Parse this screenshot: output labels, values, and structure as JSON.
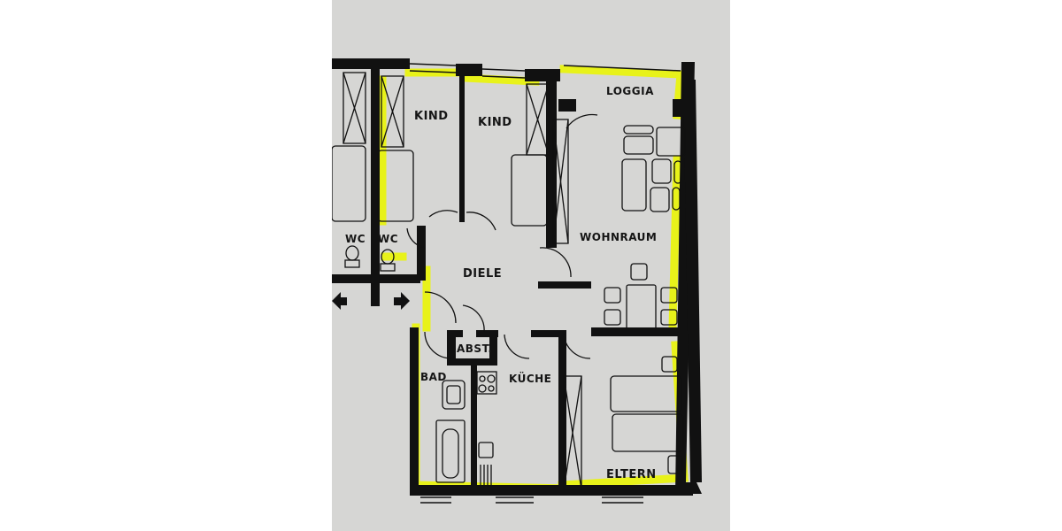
{
  "floor_plan": {
    "rooms": [
      {
        "id": "kind_1",
        "label": "KIND"
      },
      {
        "id": "kind_2",
        "label": "KIND"
      },
      {
        "id": "loggia",
        "label": "LOGGIA"
      },
      {
        "id": "wohnraum",
        "label": "WOHNRAUM"
      },
      {
        "id": "wc_neighbor",
        "label": "WC"
      },
      {
        "id": "wc",
        "label": "WC"
      },
      {
        "id": "diele",
        "label": "DIELE"
      },
      {
        "id": "abst",
        "label": "ABST."
      },
      {
        "id": "bad",
        "label": "BAD"
      },
      {
        "id": "kueche",
        "label": "KÜCHE"
      },
      {
        "id": "eltern",
        "label": "ELTERN"
      }
    ],
    "colors": {
      "paper": "#d6d6d4",
      "wall": "#111111",
      "highlight": "#e8f21a",
      "background": "#ffffff"
    }
  }
}
